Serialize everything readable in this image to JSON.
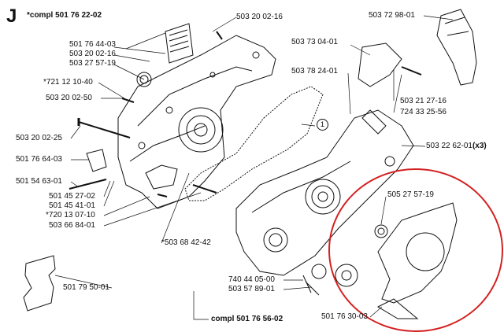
{
  "diagram": {
    "letter": "J",
    "labels": {
      "compl_top": "*compl 501 76 22-02",
      "p503200216": "503 20 02-16",
      "p501764403": "501 76 44-03",
      "p503200216b": "503 20 02-16",
      "p503275719": "503 27 57-19",
      "p721121040": "*721 12 10-40",
      "p503200250": "503 20 02-50",
      "p503200225": "503 20 02-25",
      "p501766403": "501 76 64-03",
      "p501546301": "501 54 63-01",
      "p501452702": "501 45 27-02",
      "p501454101": "501 45 41-01",
      "p720130710": "*720 13 07-10",
      "p503668401": "503 66 84-01",
      "p503684242": "*503 68 42-42",
      "p501795001": "501 79 50-01",
      "p740440500": "740 44 05-00",
      "p503578901": "503 57 89-01",
      "compl_bottom": "compl 501 76 56-02",
      "p501763003": "501 76 30-03",
      "p505275719": "505 27 57-19",
      "p503226201": "503 22 62-01",
      "x3": "(x3)",
      "p724332556": "724 33 25-56",
      "p503212716": "503 21 27-16",
      "p503782401": "503 78 24-01",
      "p503730401": "503 73 04-01",
      "p503729801": "503 72 98-01"
    },
    "callout": "1",
    "highlight_color": "#d42020",
    "line_color": "#111111"
  }
}
